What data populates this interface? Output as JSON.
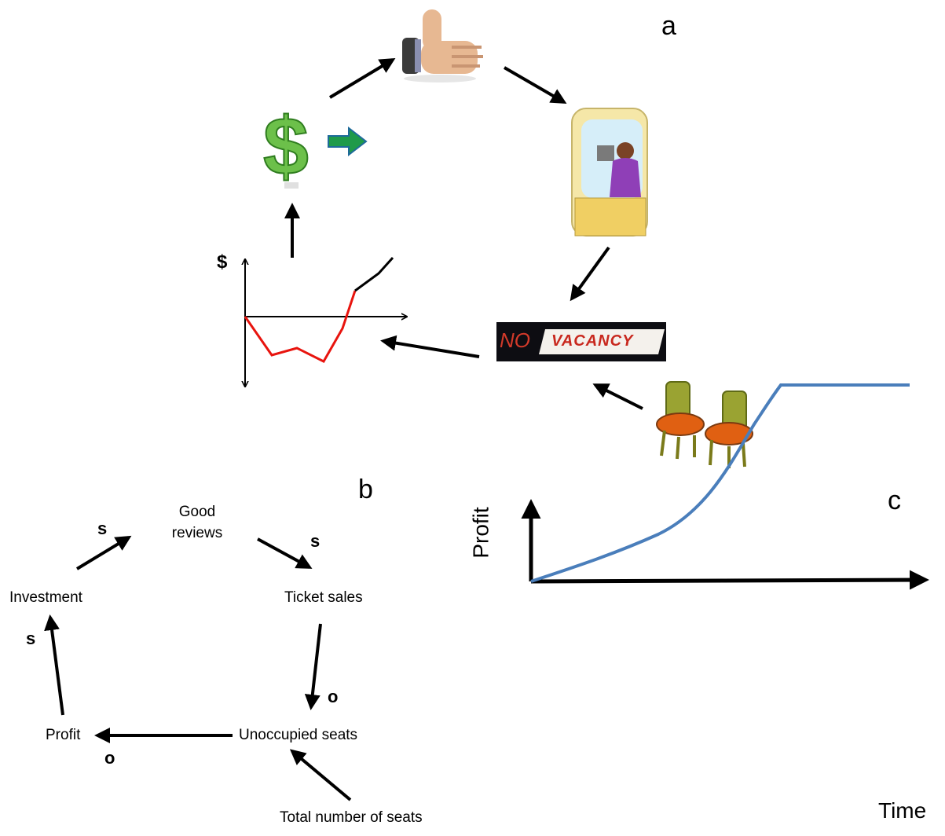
{
  "panel_a": {
    "letter": "a",
    "graph_axis_label": "$",
    "sign_no": "NO",
    "sign_vacancy": "VACANCY",
    "colors": {
      "loss_line": "#e8140e",
      "profit_line": "#000000",
      "dollar_green": "#6cc04a",
      "arrow_green": "#1f9a4a"
    },
    "icons": [
      "thumbs-up-icon",
      "ticket-booth-icon",
      "no-vacancy-sign-icon",
      "chairs-icon",
      "profit-graph-icon",
      "dollar-icon",
      "green-arrow-icon"
    ]
  },
  "panel_b": {
    "letter": "b",
    "nodes": {
      "good_reviews": "Good reviews",
      "ticket_sales": "Ticket sales",
      "investment": "Investment",
      "unoccupied_seats": "Unoccupied seats",
      "profit": "Profit",
      "total_seats": "Total number of seats"
    },
    "polarity": {
      "investment_to_reviews": "s",
      "reviews_to_sales": "s",
      "sales_to_unoccupied": "o",
      "unoccupied_to_profit": "o",
      "profit_to_investment": "s"
    }
  },
  "panel_c": {
    "letter": "c",
    "ylabel": "Profit",
    "xlabel": "Time",
    "curve_color": "#4a7ebb"
  }
}
